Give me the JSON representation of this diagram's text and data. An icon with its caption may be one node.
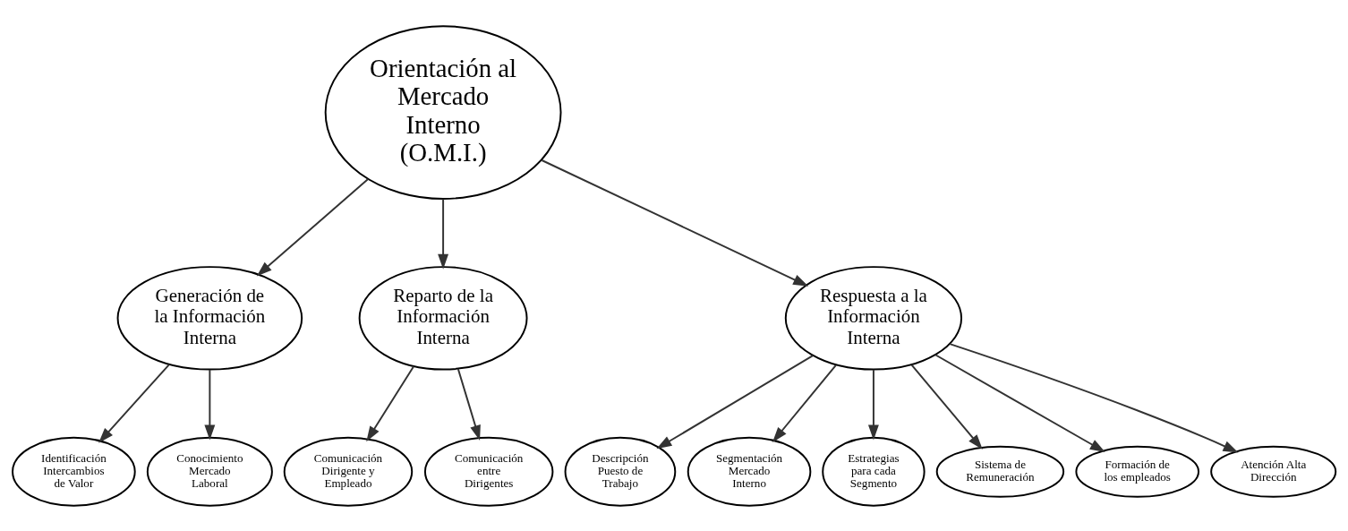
{
  "diagram": {
    "nodes": [
      {
        "text": [
          "Orientación al Mercado Interno (O.M.I.)"
        ]
      },
      {
        "text": [
          "Generación de la Información Interna"
        ]
      },
      {
        "text": [
          "Reparto de la Información Interna"
        ]
      },
      {
        "text": [
          "Respuesta a la Información Interna"
        ]
      },
      {
        "text": [
          "Identificación Intercambios de Valor"
        ]
      },
      {
        "text": [
          "Conocimiento Mercado Laboral"
        ]
      },
      {
        "text": [
          "Comunicación Dirigente y Empleado"
        ]
      },
      {
        "text": [
          "Comunicación entre Dirigentes"
        ]
      },
      {
        "text": [
          "Descripción Puesto de Trabajo"
        ]
      },
      {
        "text": [
          "Segmentación Mercado Interno"
        ]
      },
      {
        "text": [
          "Estrategias para cada Segmento"
        ]
      },
      {
        "text": [
          "Sistema de Remuneración"
        ]
      },
      {
        "text": [
          "Formación de los empleados"
        ]
      },
      {
        "text": [
          "Atención Alta Dirección"
        ]
      }
    ],
    "edges": [
      {
        "from": 0,
        "to": 1,
        "arrow": "to"
      },
      {
        "from": 0,
        "to": 2,
        "arrow": "to"
      },
      {
        "from": 0,
        "to": 3,
        "arrow": "to"
      },
      {
        "from": 1,
        "to": 4,
        "arrow": "to"
      },
      {
        "from": 1,
        "to": 5,
        "arrow": "to"
      },
      {
        "from": 2,
        "to": 6,
        "arrow": "to"
      },
      {
        "from": 2,
        "to": 7,
        "arrow": "to"
      },
      {
        "from": 3,
        "to": 8,
        "arrow": "to"
      },
      {
        "from": 3,
        "to": 9,
        "arrow": "to"
      },
      {
        "from": 3,
        "to": 10,
        "arrow": "to"
      },
      {
        "from": 3,
        "to": 11,
        "arrow": "to"
      },
      {
        "from": 3,
        "to": 12,
        "arrow": "to"
      },
      {
        "from": 3,
        "to": 13,
        "arrow": "to"
      }
    ]
  }
}
